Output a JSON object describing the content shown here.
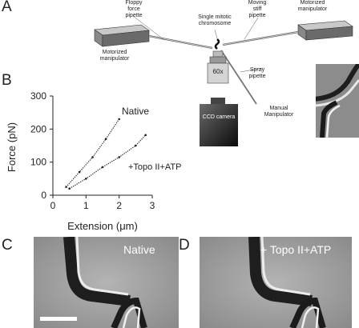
{
  "panels": {
    "a": "A",
    "b": "B",
    "c": "C",
    "d": "D"
  },
  "schematic": {
    "left_manipulator": [
      "Motorized",
      "manipulator"
    ],
    "floppy_pipette": [
      "Floppy",
      "force",
      "pipette"
    ],
    "chromosome": [
      "Single mitotic",
      "chromosome"
    ],
    "stiff_pipette": [
      "Moving",
      "stiff",
      "pipette"
    ],
    "right_manipulator": [
      "Motorized",
      "manipulator"
    ],
    "objective": "60x",
    "spray_pipette": [
      "Spray",
      "pipette"
    ],
    "camera": "CCD camera",
    "manual_manipulator": [
      "Manual",
      "Manipulator"
    ]
  },
  "chart_data": {
    "type": "line",
    "xlabel": "Extension (μm)",
    "ylabel": "Force (pN)",
    "xlim": [
      0,
      3
    ],
    "ylim": [
      0,
      300
    ],
    "xticks": [
      "0",
      "1",
      "2",
      "3"
    ],
    "yticks": [
      "0",
      "100",
      "200",
      "300"
    ],
    "annotations": [
      "Native",
      "+Topo II+ATP"
    ],
    "grid": false,
    "series": [
      {
        "name": "Native",
        "x": [
          0.4,
          0.8,
          1.2,
          1.6,
          2.0
        ],
        "y": [
          25,
          70,
          115,
          170,
          230
        ]
      },
      {
        "name": "+Topo II+ATP",
        "x": [
          0.5,
          1.0,
          1.5,
          2.0,
          2.5,
          2.8
        ],
        "y": [
          20,
          50,
          85,
          115,
          150,
          182
        ]
      }
    ]
  },
  "micrographs": {
    "c_label": "Native",
    "d_label": "+ Topo II+ATP"
  },
  "colors": {
    "micro_bg": "#9a9a9a",
    "text": "#222222"
  }
}
